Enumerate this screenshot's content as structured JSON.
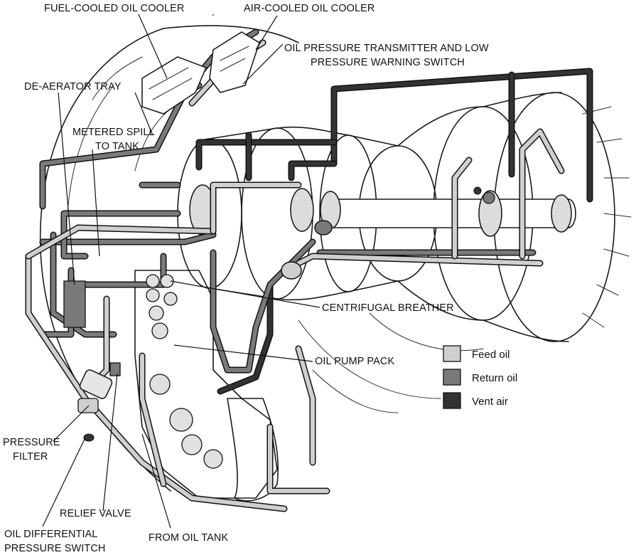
{
  "labels": {
    "fuel_cooled_oil_cooler": "FUEL-COOLED OIL COOLER",
    "air_cooled_oil_cooler": "AIR-COOLED OIL COOLER",
    "oil_pressure_transmitter_line1": "OIL PRESSURE TRANSMITTER AND LOW",
    "oil_pressure_transmitter_line2": "PRESSURE WARNING SWITCH",
    "de_aerator_tray": "DE-AERATOR TRAY",
    "metered_spill_line1": "METERED SPILL",
    "metered_spill_line2": "TO TANK",
    "centrifugal_breather": "CENTRIFUGAL BREATHER",
    "oil_pump_pack": "OIL PUMP PACK",
    "pressure_filter_line1": "PRESSURE",
    "pressure_filter_line2": "FILTER",
    "relief_valve": "RELIEF VALVE",
    "oil_differential_line1": "OIL DIFFERENTIAL",
    "oil_differential_line2": "PRESSURE SWITCH",
    "from_oil_tank": "FROM OIL TANK"
  },
  "legend": [
    {
      "label": "Feed oil",
      "color": "#cfcfcf"
    },
    {
      "label": "Return oil",
      "color": "#7a7a7a"
    },
    {
      "label": "Vent air",
      "color": "#333333"
    }
  ],
  "colors": {
    "feed_oil": "#cfcfcf",
    "return_oil": "#7a7a7a",
    "vent_air": "#333333",
    "line": "#111111"
  }
}
